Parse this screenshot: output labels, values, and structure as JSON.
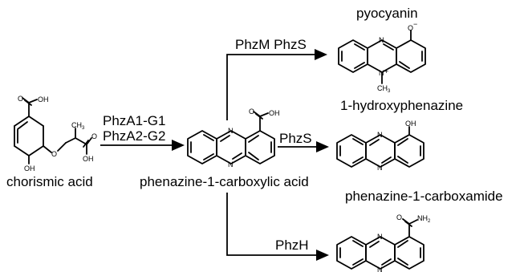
{
  "compounds": {
    "chorismic_acid": "chorismic acid",
    "pca": "phenazine-1-carboxylic acid",
    "pyocyanin": "pyocyanin",
    "hydroxyphenazine": "1-hydroxyphenazine",
    "carboxamide": "phenazine-1-carboxamide"
  },
  "enzymes": {
    "phzA1": "PhzA1-G1",
    "phzA2": "PhzA2-G2",
    "phzM_phzS": "PhzM PhzS",
    "phzS": "PhzS",
    "phzH": "PhzH"
  },
  "atoms": {
    "oh": "OH",
    "o": "O",
    "n": "N",
    "ch3": "CH",
    "ch3_sub": "3",
    "nh2": "NH",
    "nh2_sub": "2",
    "o_minus": "O",
    "minus": "−",
    "plus": "+"
  }
}
